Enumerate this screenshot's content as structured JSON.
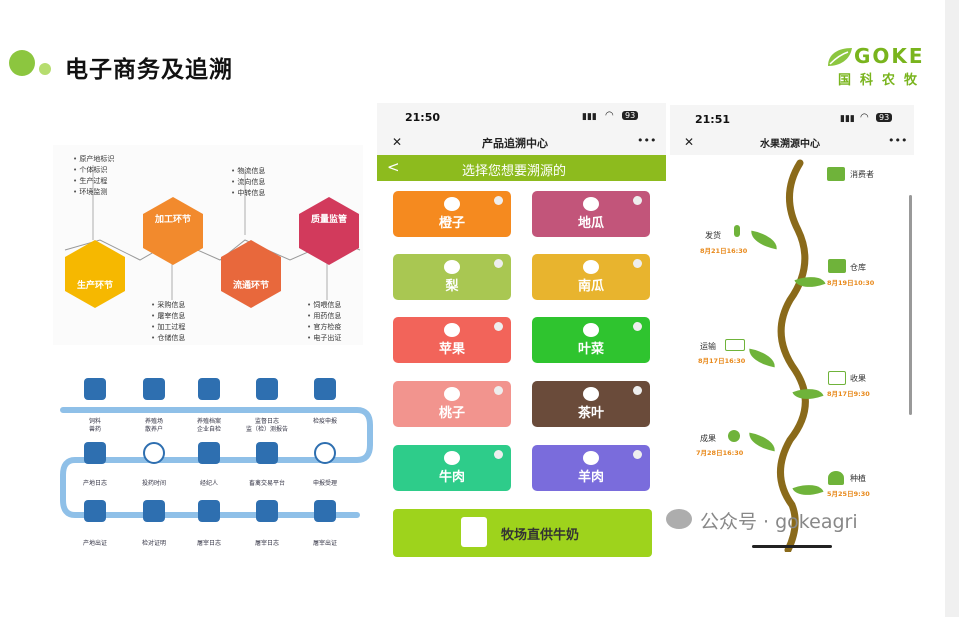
{
  "header": {
    "title": "电子商务及追溯",
    "brand_name": "GOKE",
    "brand_cn": "国科农牧"
  },
  "infographic": {
    "hexes": [
      {
        "label": "生产环节",
        "color": "#f6b800"
      },
      {
        "label": "加工环节",
        "color": "#f28a2d"
      },
      {
        "label": "流通环节",
        "color": "#e8683c"
      },
      {
        "label": "质量监管",
        "color": "#d23a5c"
      }
    ],
    "production_items": [
      "原产地标识",
      "个体标识",
      "生产过程",
      "环境监测"
    ],
    "logistics_items": [
      "物流信息",
      "流向信息",
      "中转信息"
    ],
    "processing_items": [
      "采购信息",
      "屠宰信息",
      "加工过程",
      "仓储信息"
    ],
    "quality_items": [
      "饲喂信息",
      "用药信息",
      "官方检疫",
      "电子出证"
    ],
    "flow_row1": [
      "饲料\n兽药",
      "养殖场\n散养户",
      "养殖档案\n企业自检",
      "监督日志\n监（检）测报告",
      "检疫申报"
    ],
    "flow_row2": [
      "产地日志",
      "投药时间",
      "经纪人",
      "畜禽交易平台",
      "申报受理"
    ],
    "flow_row3": [
      "产地出证",
      "检对证明",
      "屠宰日志",
      "屠宰日志",
      "屠宰出证"
    ]
  },
  "phone1": {
    "time": "21:50",
    "battery": "93",
    "title": "产品追溯中心",
    "more": "•••",
    "close": "✕",
    "banner_back": "<",
    "banner": "选择您想要溯源的",
    "tiles": [
      {
        "label": "橙子",
        "color": "#f58a1f"
      },
      {
        "label": "地瓜",
        "color": "#c2557a"
      },
      {
        "label": "梨",
        "color": "#a9c752"
      },
      {
        "label": "南瓜",
        "color": "#e8b42e"
      },
      {
        "label": "苹果",
        "color": "#f2645a"
      },
      {
        "label": "叶菜",
        "color": "#2fc42f"
      },
      {
        "label": "桃子",
        "color": "#f2948e"
      },
      {
        "label": "茶叶",
        "color": "#6a4b3a"
      },
      {
        "label": "牛肉",
        "color": "#2ecc8a"
      },
      {
        "label": "羊肉",
        "color": "#7a6cdc"
      }
    ],
    "milk": {
      "label": "牧场直供牛奶",
      "color": "#9ed31c"
    }
  },
  "phone2": {
    "time": "21:51",
    "battery": "93",
    "title": "水果溯源中心",
    "more": "•••",
    "close": "✕",
    "stages": [
      {
        "label": "消费者",
        "side": "right"
      },
      {
        "label": "发货",
        "date": "8月21日16:30",
        "side": "left"
      },
      {
        "label": "仓库",
        "date": "8月19日10:30",
        "side": "right"
      },
      {
        "label": "运输",
        "date": "8月17日16:30",
        "side": "left"
      },
      {
        "label": "收果",
        "date": "8月17日9:30",
        "side": "right"
      },
      {
        "label": "成果",
        "date": "7月28日16:30",
        "side": "left"
      },
      {
        "label": "种植",
        "date": "5月25日9:30",
        "side": "right"
      }
    ]
  },
  "watermark": {
    "text": "公众号 · gokeagri"
  }
}
